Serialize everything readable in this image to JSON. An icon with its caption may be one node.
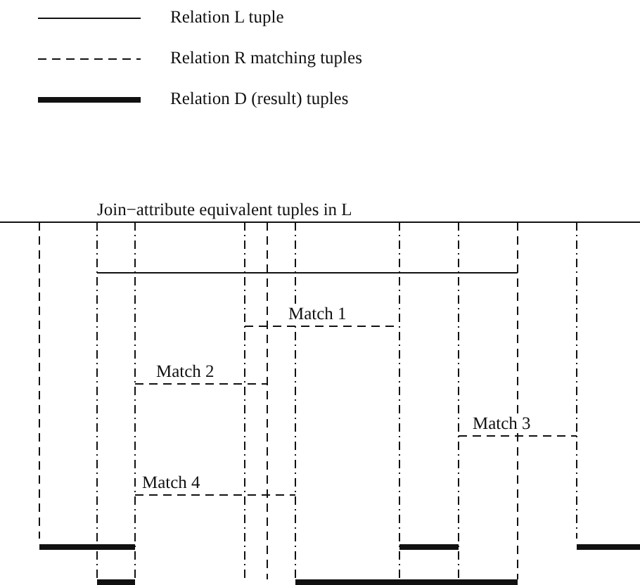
{
  "diagram": {
    "title": "Join−attribute equivalent tuples in L",
    "labels": [
      "Match 1",
      "Match 2",
      "Match 3",
      "Match 4"
    ],
    "legend": [
      {
        "text": "Relation L tuple"
      },
      {
        "text": "Relation R matching tuples"
      },
      {
        "text": "Relation D (result) tuples"
      }
    ]
  }
}
